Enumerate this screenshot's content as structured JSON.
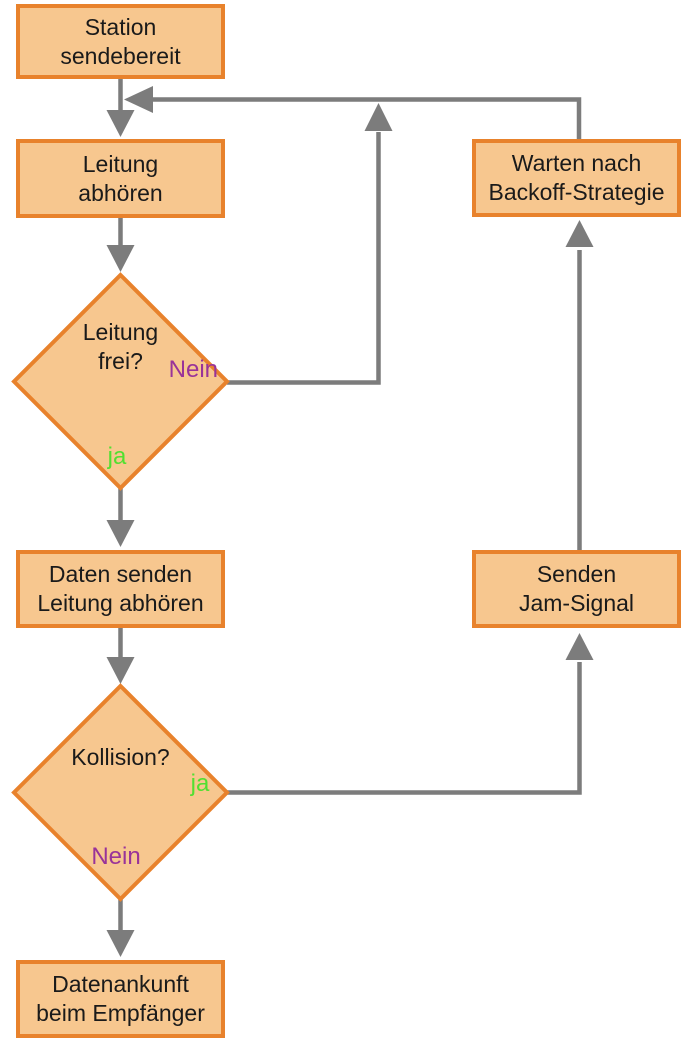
{
  "diagram": {
    "nodes": {
      "station": {
        "label": "Station\nsendebereit",
        "shape": "rect"
      },
      "listen": {
        "label": "Leitung\nabhören",
        "shape": "rect"
      },
      "free": {
        "label": "Leitung\nfrei?",
        "shape": "diamond"
      },
      "send": {
        "label": "Daten senden\nLeitung abhören",
        "shape": "rect"
      },
      "collision": {
        "label": "Kollision?",
        "shape": "diamond"
      },
      "arrival": {
        "label": "Datenankunft\nbeim Empfänger",
        "shape": "rect"
      },
      "wait": {
        "label": "Warten nach\nBackoff-Strategie",
        "shape": "rect"
      },
      "jam": {
        "label": "Senden\nJam-Signal",
        "shape": "rect"
      }
    },
    "branch_labels": {
      "free_no": "Nein",
      "free_yes": "ja",
      "collision_yes": "ja",
      "collision_no": "Nein"
    },
    "colors": {
      "node_fill": "#F7C78F",
      "node_border": "#E8822C",
      "arrow": "#7C7C7C",
      "text": "#1A1A1A",
      "yes_label": "#52DF31",
      "no_label": "#993399",
      "background": "#FFFFFF"
    }
  }
}
